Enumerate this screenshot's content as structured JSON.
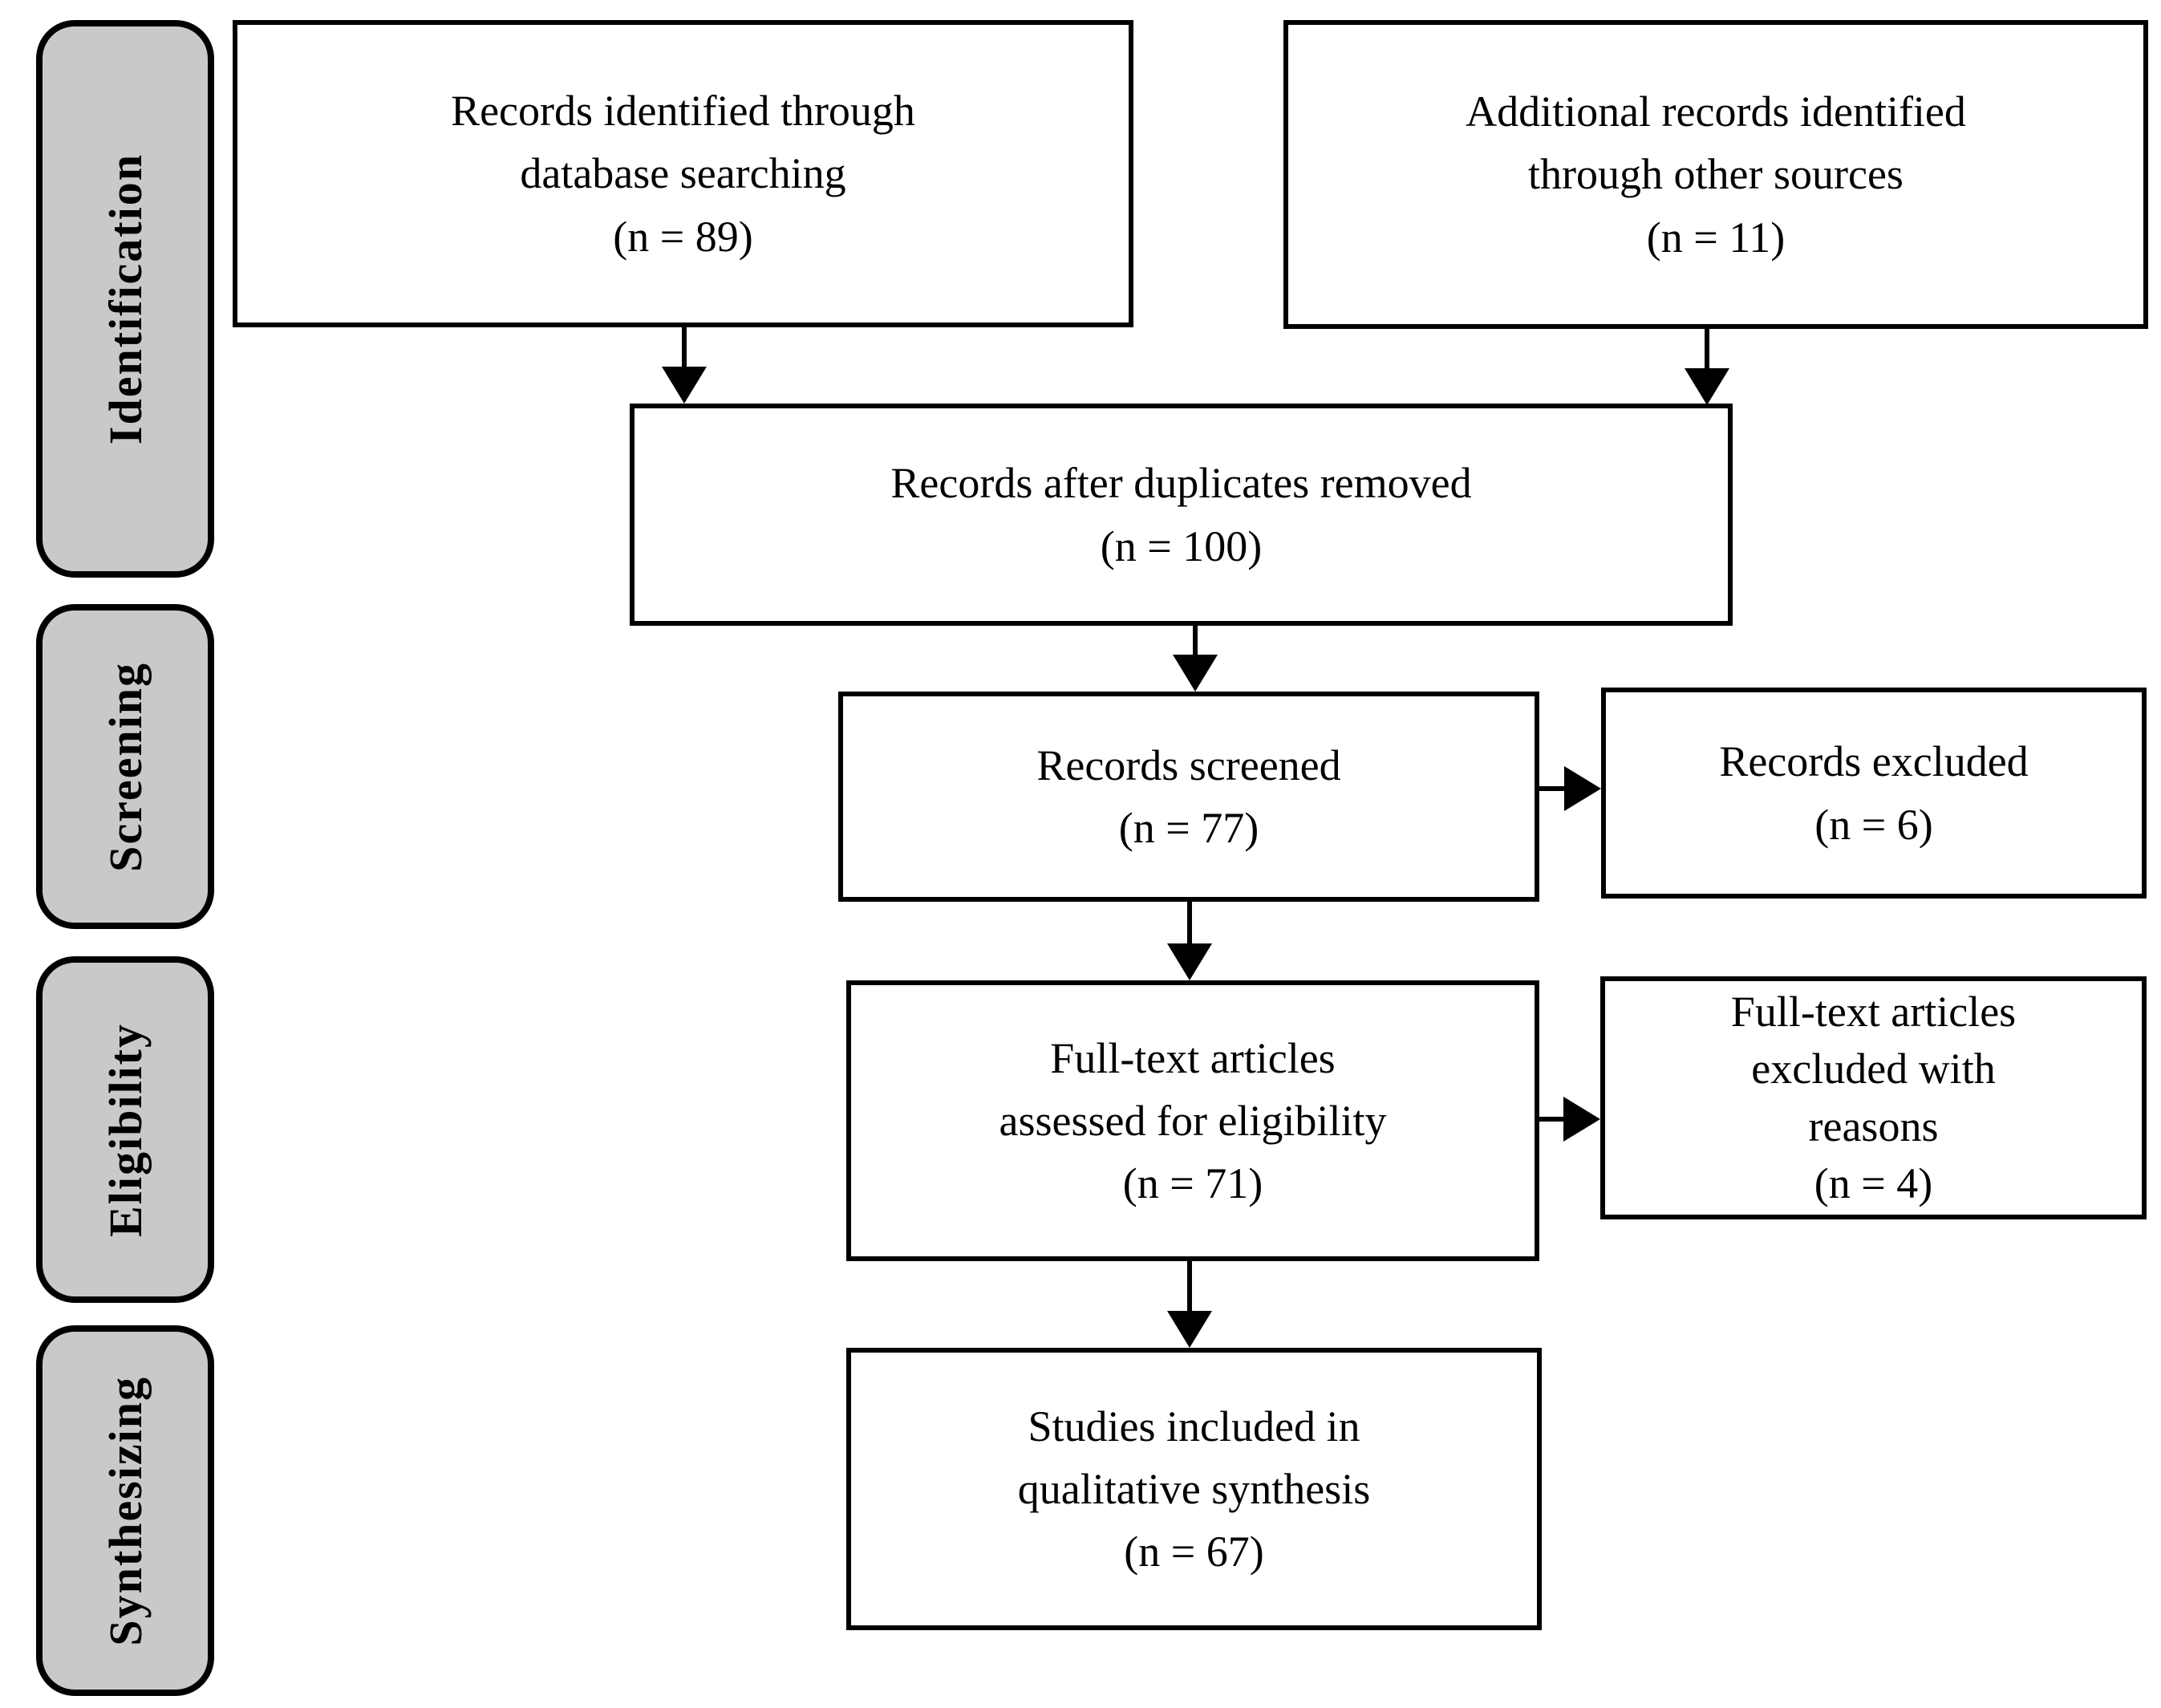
{
  "diagram": {
    "colors": {
      "stage_fill": "#c9c9c9",
      "box_fill": "#ffffff",
      "border": "#000000",
      "text": "#000000"
    },
    "stages": [
      {
        "id": "identification",
        "label": "Identification"
      },
      {
        "id": "screening",
        "label": "Screening"
      },
      {
        "id": "eligibility",
        "label": "Eligibility"
      },
      {
        "id": "synthesizing",
        "label": "Synthesizing"
      }
    ],
    "boxes": {
      "identified": {
        "text": "Records identified through\ndatabase searching\n(n = 89)"
      },
      "additional": {
        "text": "Additional records identified\nthrough other sources\n(n = 11)"
      },
      "deduplicated": {
        "text": "Records after duplicates removed\n(n = 100)"
      },
      "screened": {
        "text": "Records screened\n(n = 77)"
      },
      "excluded": {
        "text": "Records excluded\n(n = 6)"
      },
      "fulltext": {
        "text": "Full-text articles\nassessed for eligibility\n(n = 71)"
      },
      "ftexcluded": {
        "text": "Full-text articles\nexcluded with\nreasons\n(n = 4)"
      },
      "included": {
        "text": "Studies included in\nqualitative synthesis\n(n = 67)"
      }
    }
  }
}
